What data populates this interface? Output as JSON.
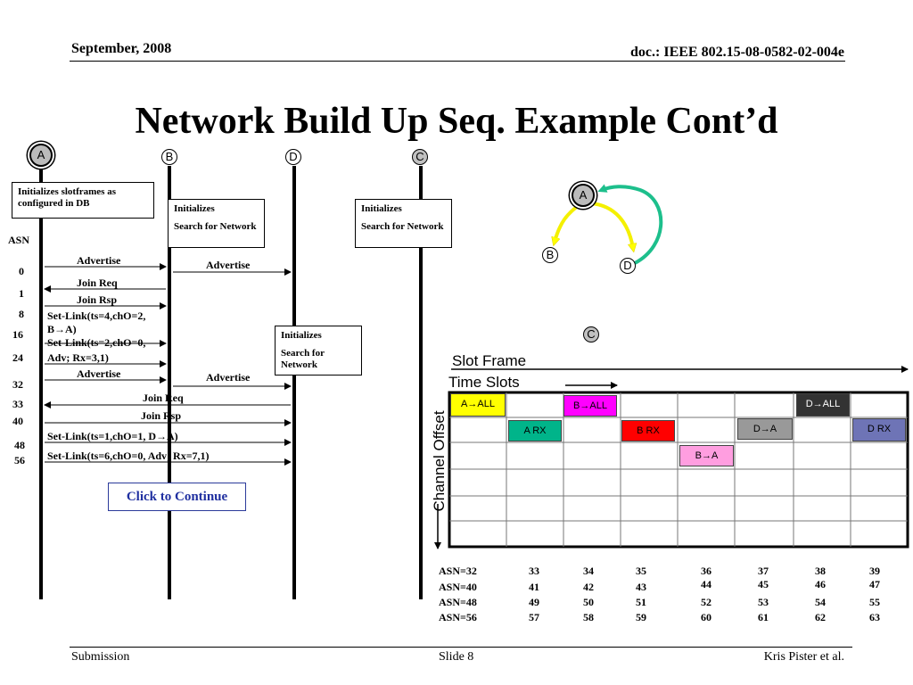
{
  "header": {
    "date": "September, 2008",
    "doc": "doc.: IEEE 802.15-08-0582-02-004e"
  },
  "title": "Network Build Up Seq. Example Cont’d",
  "nodes": {
    "a": "A",
    "b": "B",
    "d": "D",
    "c": "C"
  },
  "boxes": {
    "a_init": "Initializes slotframes as configured in DB",
    "b_init_1": "Initializes",
    "b_init_2": "Search for Network",
    "c_init_1": "Initializes",
    "c_init_2": "Search for Network",
    "d_init_1": "Initializes",
    "d_init_2": "Search for Network"
  },
  "asn_label": "ASN",
  "asn_values": [
    "0",
    "1",
    "8",
    "16",
    "24",
    "32",
    "33",
    "40",
    "48",
    "56"
  ],
  "messages": {
    "adv1": "Advertise",
    "adv1b": "Advertise",
    "join_req1": "Join Req",
    "join_rsp1": "Join Rsp",
    "setlink1_a": "Set-Link(ts=4,chO=2,",
    "setlink1_b": "B→A)",
    "setlink2_a": "Set-Link(ts=2,chO=0,",
    "setlink2_b": "Adv; Rx=3,1)",
    "adv2": "Advertise",
    "adv2b": "Advertise",
    "join_req2": "Join  Req",
    "join_rsp2": "Join  Rsp",
    "setlink3": "Set-Link(ts=1,chO=1,  D→A)",
    "setlink4": "Set-Link(ts=6,chO=0,  Adv; Rx=7,1)"
  },
  "continue_button": "Click to Continue",
  "slot_frame": {
    "slot_frame_label": "Slot Frame",
    "time_slots_label": "Time Slots",
    "channel_offset_label": "Channel Offset",
    "cells": {
      "a_all": "A→ALL",
      "b_all": "B→ALL",
      "d_all": "D→ALL",
      "a_rx": "A RX",
      "b_rx": "B RX",
      "d_to_a": "D→A",
      "d_rx": "D RX",
      "b_to_a": "B→A"
    }
  },
  "asn_table": {
    "rows": [
      [
        "ASN=32",
        "33",
        "34",
        "35",
        "36",
        "37",
        "38",
        "39"
      ],
      [
        "ASN=40",
        "41",
        "42",
        "43",
        "44",
        "45",
        "46",
        "47"
      ],
      [
        "ASN=48",
        "49",
        "50",
        "51",
        "52",
        "53",
        "54",
        "55"
      ],
      [
        "ASN=56",
        "57",
        "58",
        "59",
        "60",
        "61",
        "62",
        "63"
      ]
    ]
  },
  "footer": {
    "left": "Submission",
    "center": "Slide 8",
    "right": "Kris Pister et al."
  },
  "colors": {
    "yellow": "#ffff00",
    "magenta": "#ff00ff",
    "teal": "#00b48a",
    "red": "#ff0000",
    "grey": "#999999",
    "dark": "#333333",
    "slate": "#6e74b6",
    "pink": "#ff9ee0",
    "button_border": "#2b3a9a",
    "button_text": "#1f2fa0"
  }
}
